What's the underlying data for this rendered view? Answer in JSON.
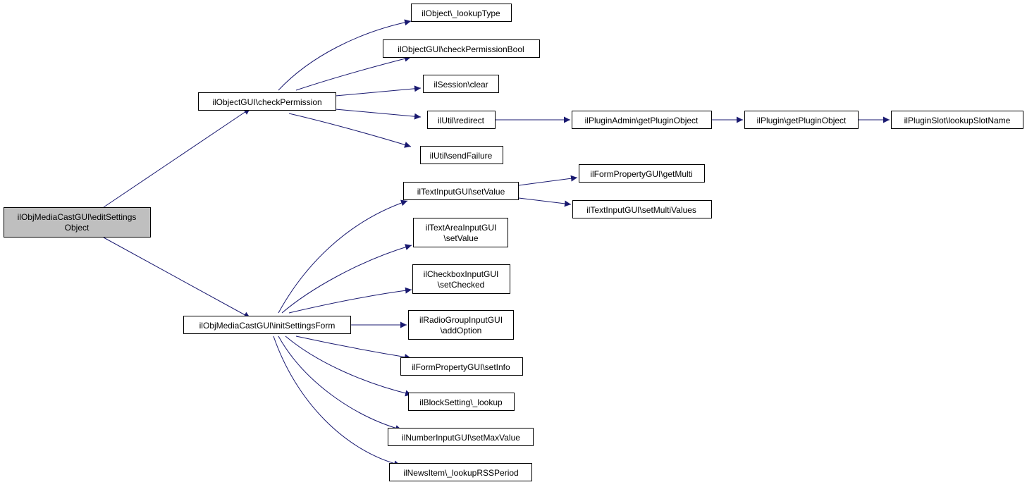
{
  "colors": {
    "edge": "#191970",
    "root_fill": "#bfbfbf",
    "node_fill": "#ffffff",
    "node_stroke": "#000000"
  },
  "nodes": {
    "root": {
      "lines": [
        "ilObjMediaCastGUI\\editSettings",
        "Object"
      ]
    },
    "check_permission": {
      "lines": [
        "ilObjectGUI\\checkPermission"
      ]
    },
    "init_settings_form": {
      "lines": [
        "ilObjMediaCastGUI\\initSettingsForm"
      ]
    },
    "lookup_type": {
      "lines": [
        "ilObject\\_lookupType"
      ]
    },
    "check_permission_bool": {
      "lines": [
        "ilObjectGUI\\checkPermissionBool"
      ]
    },
    "session_clear": {
      "lines": [
        "ilSession\\clear"
      ]
    },
    "util_redirect": {
      "lines": [
        "ilUtil\\redirect"
      ]
    },
    "util_send_failure": {
      "lines": [
        "ilUtil\\sendFailure"
      ]
    },
    "plugin_admin_get_plugin_object": {
      "lines": [
        "ilPluginAdmin\\getPluginObject"
      ]
    },
    "plugin_get_plugin_object": {
      "lines": [
        "ilPlugin\\getPluginObject"
      ]
    },
    "plugin_slot_lookup_slot_name": {
      "lines": [
        "ilPluginSlot\\lookupSlotName"
      ]
    },
    "text_input_set_value": {
      "lines": [
        "ilTextInputGUI\\setValue"
      ]
    },
    "form_property_get_multi": {
      "lines": [
        "ilFormPropertyGUI\\getMulti"
      ]
    },
    "text_input_set_multi_values": {
      "lines": [
        "ilTextInputGUI\\setMultiValues"
      ]
    },
    "text_area_set_value": {
      "lines": [
        "ilTextAreaInputGUI",
        "\\setValue"
      ]
    },
    "checkbox_set_checked": {
      "lines": [
        "ilCheckboxInputGUI",
        "\\setChecked"
      ]
    },
    "radio_group_add_option": {
      "lines": [
        "ilRadioGroupInputGUI",
        "\\addOption"
      ]
    },
    "form_property_set_info": {
      "lines": [
        "ilFormPropertyGUI\\setInfo"
      ]
    },
    "block_setting_lookup": {
      "lines": [
        "ilBlockSetting\\_lookup"
      ]
    },
    "number_input_set_max_value": {
      "lines": [
        "ilNumberInputGUI\\setMaxValue"
      ]
    },
    "news_item_lookup_rss_period": {
      "lines": [
        "ilNewsItem\\_lookupRSSPeriod"
      ]
    }
  },
  "edges": [
    {
      "from": "root",
      "to": "check_permission"
    },
    {
      "from": "root",
      "to": "init_settings_form"
    },
    {
      "from": "check_permission",
      "to": "lookup_type"
    },
    {
      "from": "check_permission",
      "to": "check_permission_bool"
    },
    {
      "from": "check_permission",
      "to": "session_clear"
    },
    {
      "from": "check_permission",
      "to": "util_redirect"
    },
    {
      "from": "check_permission",
      "to": "util_send_failure"
    },
    {
      "from": "util_redirect",
      "to": "plugin_admin_get_plugin_object"
    },
    {
      "from": "plugin_admin_get_plugin_object",
      "to": "plugin_get_plugin_object"
    },
    {
      "from": "plugin_get_plugin_object",
      "to": "plugin_slot_lookup_slot_name"
    },
    {
      "from": "init_settings_form",
      "to": "text_input_set_value"
    },
    {
      "from": "init_settings_form",
      "to": "text_area_set_value"
    },
    {
      "from": "init_settings_form",
      "to": "checkbox_set_checked"
    },
    {
      "from": "init_settings_form",
      "to": "radio_group_add_option"
    },
    {
      "from": "init_settings_form",
      "to": "form_property_set_info"
    },
    {
      "from": "init_settings_form",
      "to": "block_setting_lookup"
    },
    {
      "from": "init_settings_form",
      "to": "number_input_set_max_value"
    },
    {
      "from": "init_settings_form",
      "to": "news_item_lookup_rss_period"
    },
    {
      "from": "text_input_set_value",
      "to": "form_property_get_multi"
    },
    {
      "from": "text_input_set_value",
      "to": "text_input_set_multi_values"
    }
  ]
}
